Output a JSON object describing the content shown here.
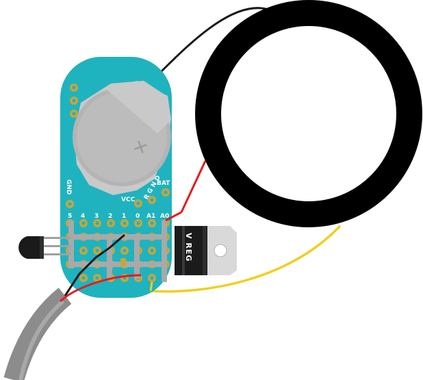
{
  "diagram": {
    "board": {
      "color": "#1fb3bf",
      "labels": {
        "gnd": "GND",
        "bat": "BAT",
        "vcc": "VCC",
        "rgnd": "R G N D",
        "pins": [
          "5",
          "4",
          "3",
          "2",
          "1",
          "0",
          "A1",
          "A0"
        ]
      }
    },
    "regulator": {
      "label": "V REG",
      "body_color": "#1b1b1b",
      "tab_color": "#d9d9d9"
    },
    "ring": {
      "color": "#000000"
    },
    "wires": {
      "black": "#1a1a1a",
      "red": "#e8191c",
      "yellow": "#f0cf1e",
      "cable": "#8c8c8c"
    },
    "battery_holder": {
      "color": "#c9c9c9",
      "symbol": "+"
    }
  }
}
